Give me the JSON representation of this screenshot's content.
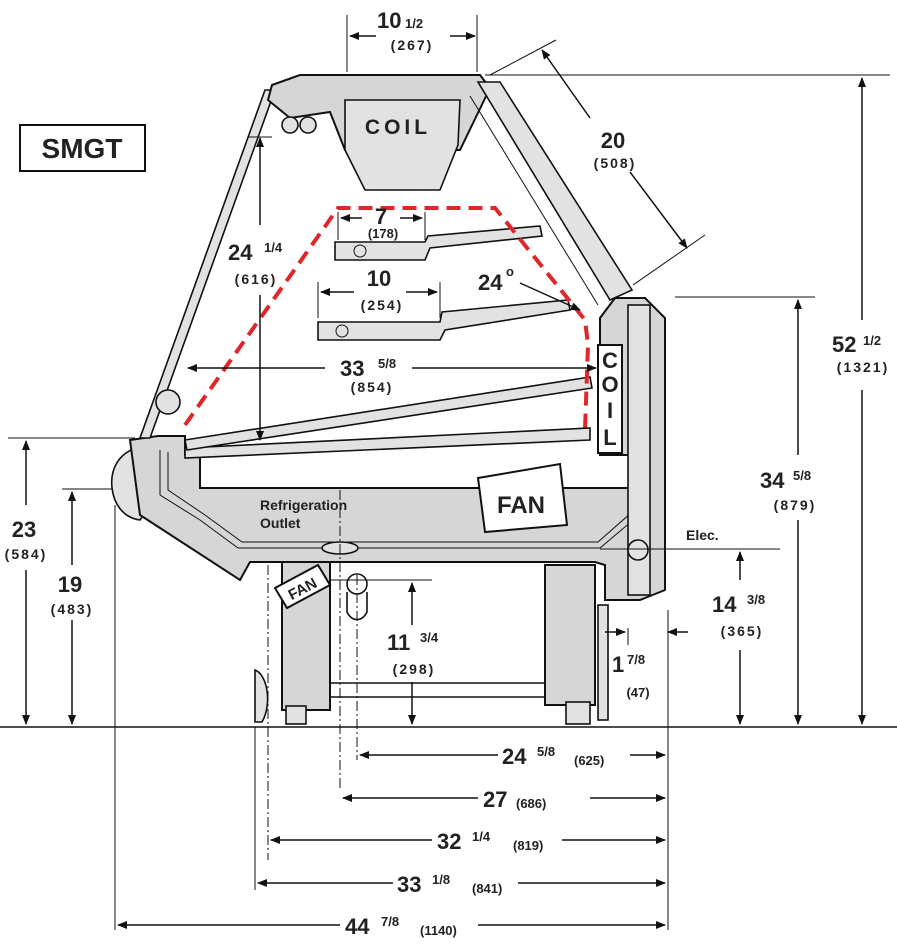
{
  "model_label": "SMGT",
  "components": {
    "coil_top": "COIL",
    "coil_side": [
      "C",
      "O",
      "I",
      "L"
    ],
    "fan_main": "FAN",
    "fan_small": "FAN",
    "refrigeration_outlet": [
      "Refrigeration",
      "Outlet"
    ],
    "elec": "Elec."
  },
  "dimensions": {
    "top_width": {
      "whole": "10",
      "frac": "1/2",
      "mm": "(267)"
    },
    "glass": {
      "whole": "20",
      "mm": "(508)"
    },
    "shelf_top": {
      "whole": "7",
      "mm": "(178)"
    },
    "shelf_mid": {
      "whole": "10",
      "mm": "(254)"
    },
    "angle": {
      "whole": "24",
      "sup": "o"
    },
    "deck_depth": {
      "whole": "33",
      "frac": "5/8",
      "mm": "(854)"
    },
    "display_height": {
      "whole": "24",
      "frac": "1/4",
      "mm": "(616)"
    },
    "overall_height": {
      "whole": "52",
      "frac": "1/2",
      "mm": "(1321)"
    },
    "rear_height": {
      "whole": "34",
      "frac": "5/8",
      "mm": "(879)"
    },
    "front_height_23": {
      "whole": "23",
      "mm": "(584)"
    },
    "front_height_19": {
      "whole": "19",
      "mm": "(483)"
    },
    "outlet_height": {
      "whole": "11",
      "frac": "3/4",
      "mm": "(298)"
    },
    "elec_height": {
      "whole": "14",
      "frac": "3/8",
      "mm": "(365)"
    },
    "elec_offset": {
      "whole": "1",
      "frac": "7/8",
      "mm": "(47)"
    },
    "b1": {
      "whole": "24",
      "frac": "5/8",
      "mm": "(625)"
    },
    "b2": {
      "whole": "27",
      "mm": "(686)"
    },
    "b3": {
      "whole": "32",
      "frac": "1/4",
      "mm": "(819)"
    },
    "b4": {
      "whole": "33",
      "frac": "1/8",
      "mm": "(841)"
    },
    "b5": {
      "whole": "44",
      "frac": "7/8",
      "mm": "(1140)"
    }
  },
  "colors": {
    "case_fill": "#d6d6d6",
    "outline": "#111111",
    "product_zone": "#e0262b"
  }
}
